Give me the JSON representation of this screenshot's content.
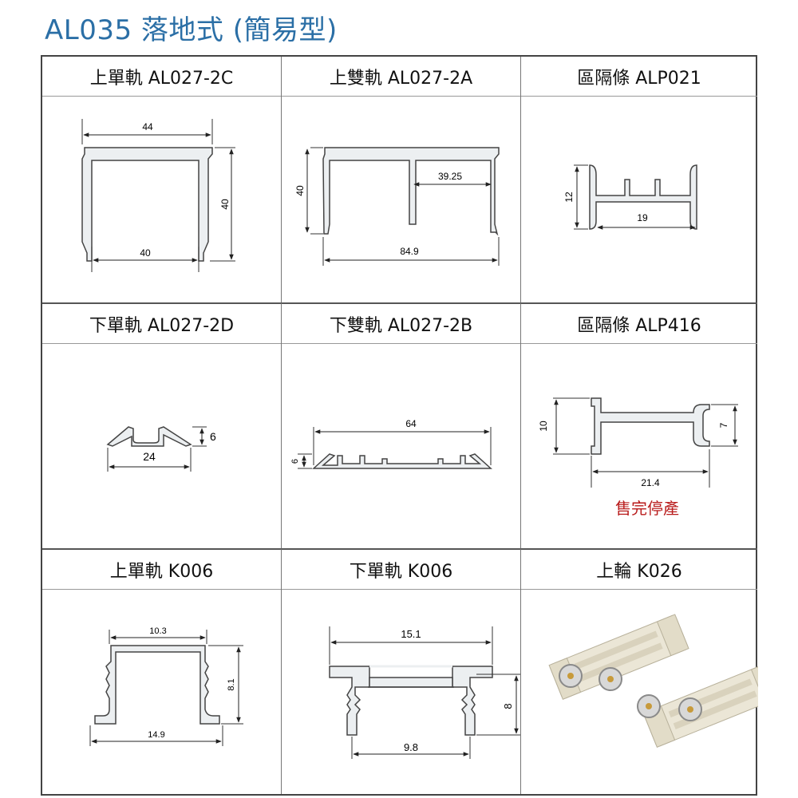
{
  "title": "AL035 落地式 (簡易型)",
  "cells": [
    {
      "label": "上單軌 AL027-2C",
      "dims": [
        "44",
        "40",
        "40"
      ]
    },
    {
      "label": "上雙軌 AL027-2A",
      "dims": [
        "40",
        "39.25",
        "84.9"
      ]
    },
    {
      "label": "區隔條 ALP021",
      "dims": [
        "12",
        "19"
      ]
    },
    {
      "label": "下單軌 AL027-2D",
      "dims": [
        "6",
        "24"
      ]
    },
    {
      "label": "下雙軌 AL027-2B",
      "dims": [
        "64",
        "6"
      ]
    },
    {
      "label": "區隔條 ALP416",
      "dims": [
        "10",
        "7",
        "21.4"
      ],
      "note": "售完停產"
    },
    {
      "label": "上單軌 K006",
      "dims": [
        "10.3",
        "8.1",
        "14.9"
      ]
    },
    {
      "label": "下單軌 K006",
      "dims": [
        "15.1",
        "8",
        "9.8"
      ]
    },
    {
      "label": "上輪 K026",
      "dims": []
    }
  ]
}
